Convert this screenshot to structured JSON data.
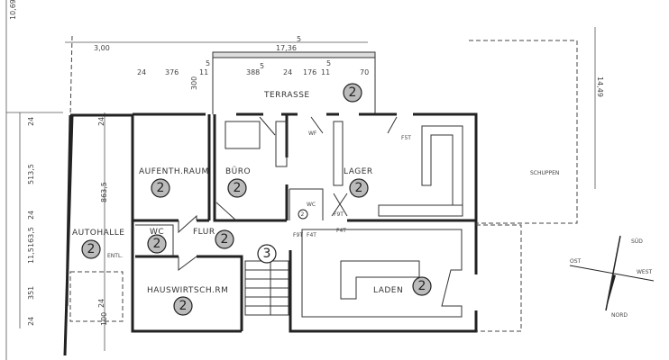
{
  "rooms": {
    "terrasse": {
      "label": "TERRASSE",
      "number": "2"
    },
    "aufenthaltsraum": {
      "label": "AUFENTH.RAUM",
      "number": "2"
    },
    "buero": {
      "label": "BÜRO",
      "number": "2"
    },
    "lager": {
      "label": "LAGER",
      "number": "2"
    },
    "wc": {
      "label": "WC",
      "number": "2"
    },
    "flur": {
      "label": "FLUR",
      "number": "2"
    },
    "autohalle": {
      "label": "AUTOHALLE",
      "number": "2",
      "note": "ENTL."
    },
    "treppe": {
      "number": "3"
    },
    "hauswirtschaftsraum": {
      "label": "HAUSWIRTSCH.RM",
      "number": "2"
    },
    "laden": {
      "label": "LADEN",
      "number": "2"
    },
    "schuppen": {
      "label": "SCHUPPEN"
    },
    "wc2": {
      "label": "WC",
      "number": "2"
    },
    "wf": {
      "label": "WF"
    }
  },
  "annotations": {
    "f5t": "F5T",
    "f9t_a": "F9T",
    "f9t_b": "F9T",
    "f4t_a": "F4T",
    "f4t_b": "F4T"
  },
  "compass": {
    "south": "SÜD",
    "east": "OST",
    "west": "WEST",
    "north": "NORD"
  },
  "dimensions": {
    "top": [
      "10,69",
      "3,00",
      "17,36",
      "5",
      "24",
      "376",
      "11",
      "5",
      "300",
      "388",
      "5",
      "24",
      "176",
      "11",
      "5",
      "70",
      "14,49"
    ],
    "left_outer": [
      "24",
      "513,5",
      "24",
      "163,5",
      "11,5",
      "351",
      "24"
    ],
    "left_inner": [
      "24",
      "863,5",
      "24",
      "100"
    ]
  }
}
